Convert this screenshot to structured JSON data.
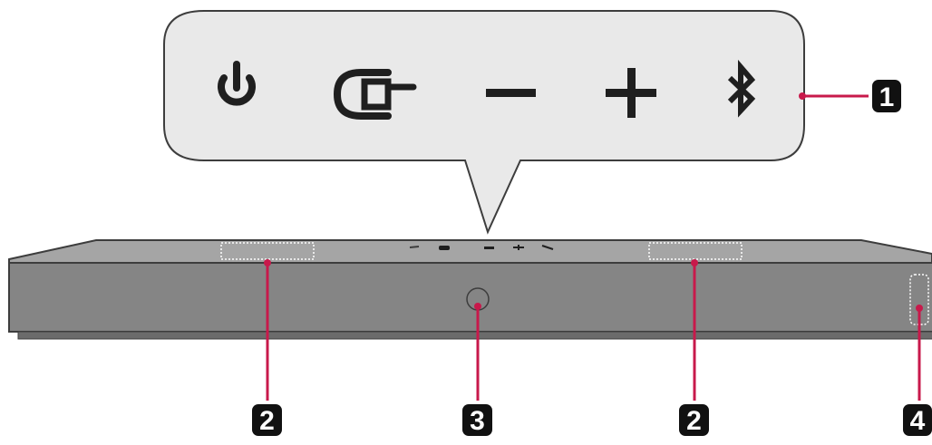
{
  "callouts": [
    {
      "id": "1",
      "label": "1"
    },
    {
      "id": "2",
      "label": "2"
    },
    {
      "id": "3",
      "label": "3"
    },
    {
      "id": "2b",
      "label": "2"
    },
    {
      "id": "4",
      "label": "4"
    }
  ],
  "buttons": [
    {
      "icon": "power-icon"
    },
    {
      "icon": "input-source-icon"
    },
    {
      "icon": "volume-down-icon"
    },
    {
      "icon": "volume-up-icon"
    },
    {
      "icon": "bluetooth-icon"
    }
  ],
  "colors": {
    "leader": "#c8194b",
    "panel_fill": "#e9e9e9",
    "body_front": "#858585",
    "body_top": "#a5a5a5",
    "icon": "#1f1f1f",
    "badge": "#111111"
  }
}
